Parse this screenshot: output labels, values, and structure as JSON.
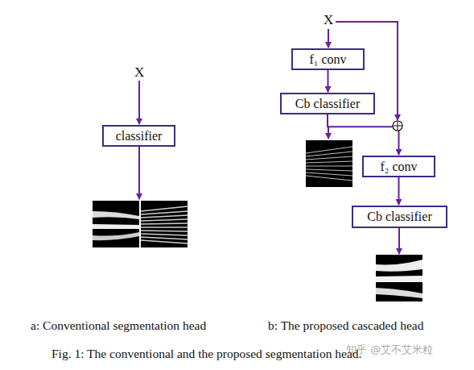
{
  "diagram": {
    "caption": "Fig. 1: The conventional and the proposed segmentation head.",
    "nodes": [
      {
        "text": [
          "classifier"
        ]
      },
      {
        "text": [
          "f₁ conv"
        ]
      },
      {
        "text": [
          "Cb classifier"
        ]
      },
      {
        "text": [
          "f₂ conv"
        ]
      },
      {
        "text": [
          "Cb classifier"
        ]
      }
    ],
    "edges": [
      {
        "from": 1,
        "to": 2,
        "arrow": "to"
      },
      {
        "from": 2,
        "to": 3,
        "arrow": "to"
      },
      {
        "from": 3,
        "to": 4,
        "arrow": "to"
      }
    ],
    "labels": [
      "X",
      "X",
      "a: Conventional segmentation head",
      "b: The proposed cascaded head",
      "知乎 @艾不艾米粒"
    ]
  }
}
